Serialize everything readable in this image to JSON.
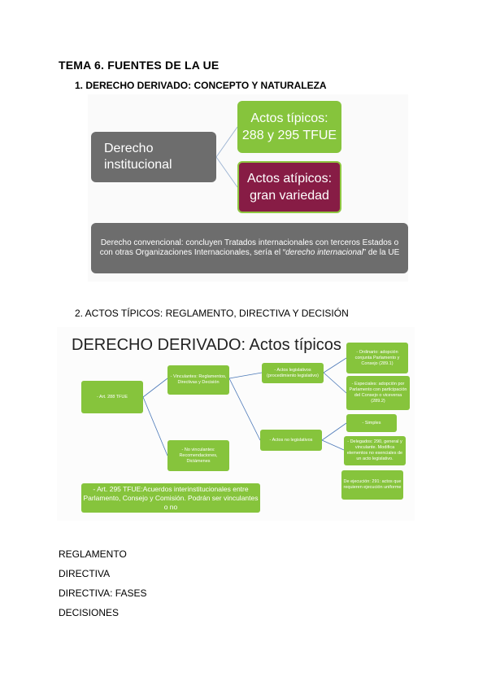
{
  "doc": {
    "title": "TEMA 6. FUENTES DE LA UE",
    "section1": "1.  DERECHO DERIVADO: CONCEPTO Y NATURALEZA",
    "section2": "2.  ACTOS TÍPICOS: REGLAMENTO, DIRECTIVA Y DECISIÓN",
    "list": [
      "REGLAMENTO",
      "DIRECTIVA",
      "DIRECTIVA: FASES",
      "DECISIONES"
    ]
  },
  "diagram1": {
    "left_line1": "Derecho",
    "left_line2": "institucional",
    "green_line1": "Actos típicos:",
    "green_line2": "288  y 295 TFUE",
    "red_line1": "Actos atípicos:",
    "red_line2": "gran variedad",
    "bottom_pre": "Derecho convencional: concluyen Tratados internacionales con  terceros Estados o con otras Organizaciones Internacionales, sería el  “",
    "bottom_em": "derecho internacional",
    "bottom_post": "” de la UE"
  },
  "diagram2": {
    "title": "DERECHO DERIVADO: Actos típicos",
    "art288": "- Art. 288 TFUE",
    "vinculantes": "- Vinculantes: Reglamentos, Directivas y Decisión",
    "no_vinculantes": "- No vinculantes: Recomendaciones, Dictámenes",
    "art295": "- Art. 295 TFUE:Acuerdos interinstitucionales entre Parlamento, Consejo y Comisión. Podrán ser vinculantes o no",
    "legislativos": "- Actos legislativos (procedimiento legislativo)",
    "no_legislativos": "- Actos no legislativos",
    "ordinario": "- Ordinario: adopción conjunta Parlamento y Consejo (289.1)",
    "especiales": "- Especiales: adopción por Parlamento con participación del Consejo o viceversa (289.2)",
    "simples": "- Simples",
    "delegados": "- Delegados: 290, general y vinculante. Modifica elementos no esenciales de un acto legislativo.",
    "ejecucion": "De ejecución: 291: actos que requieren ejecución uniforme"
  }
}
